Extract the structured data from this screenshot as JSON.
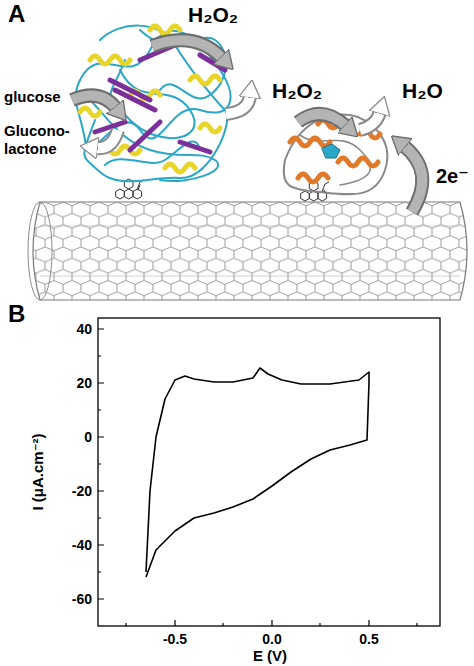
{
  "diagram": {
    "labels": [
      "A",
      "glucose",
      "Glucono- lactone",
      "H₂O₂",
      "H₂O₂",
      "H₂O",
      "2e⁻",
      "B",
      "40",
      "20",
      "0",
      "-20",
      "-40",
      "-60",
      "-0.5",
      "0.0",
      "0.5",
      "I (μA.cm⁻²)",
      "E (V)"
    ]
  }
}
